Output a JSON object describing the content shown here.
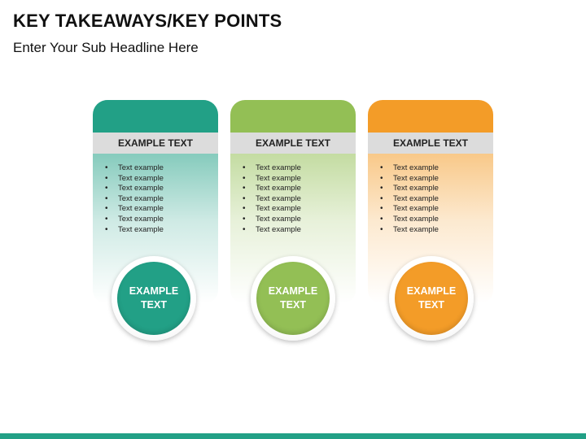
{
  "title": "KEY TAKEAWAYS/KEY POINTS",
  "subtitle": "Enter Your Sub Headline Here",
  "colors": {
    "teal": "#22a086",
    "green": "#93bf55",
    "orange": "#f39c28",
    "band": "#dcdcdc"
  },
  "cards": [
    {
      "header": "EXAMPLE TEXT",
      "bullets": [
        "Text example",
        "Text example",
        "Text example",
        "Text example",
        "Text example",
        "Text example",
        "Text example"
      ],
      "circle_line1": "EXAMPLE",
      "circle_line2": "TEXT"
    },
    {
      "header": "EXAMPLE TEXT",
      "bullets": [
        "Text example",
        "Text example",
        "Text example",
        "Text example",
        "Text example",
        "Text example",
        "Text example"
      ],
      "circle_line1": "EXAMPLE",
      "circle_line2": "TEXT"
    },
    {
      "header": "EXAMPLE TEXT",
      "bullets": [
        "Text example",
        "Text example",
        "Text example",
        "Text example",
        "Text example",
        "Text example",
        "Text example"
      ],
      "circle_line1": "EXAMPLE",
      "circle_line2": "TEXT"
    }
  ]
}
